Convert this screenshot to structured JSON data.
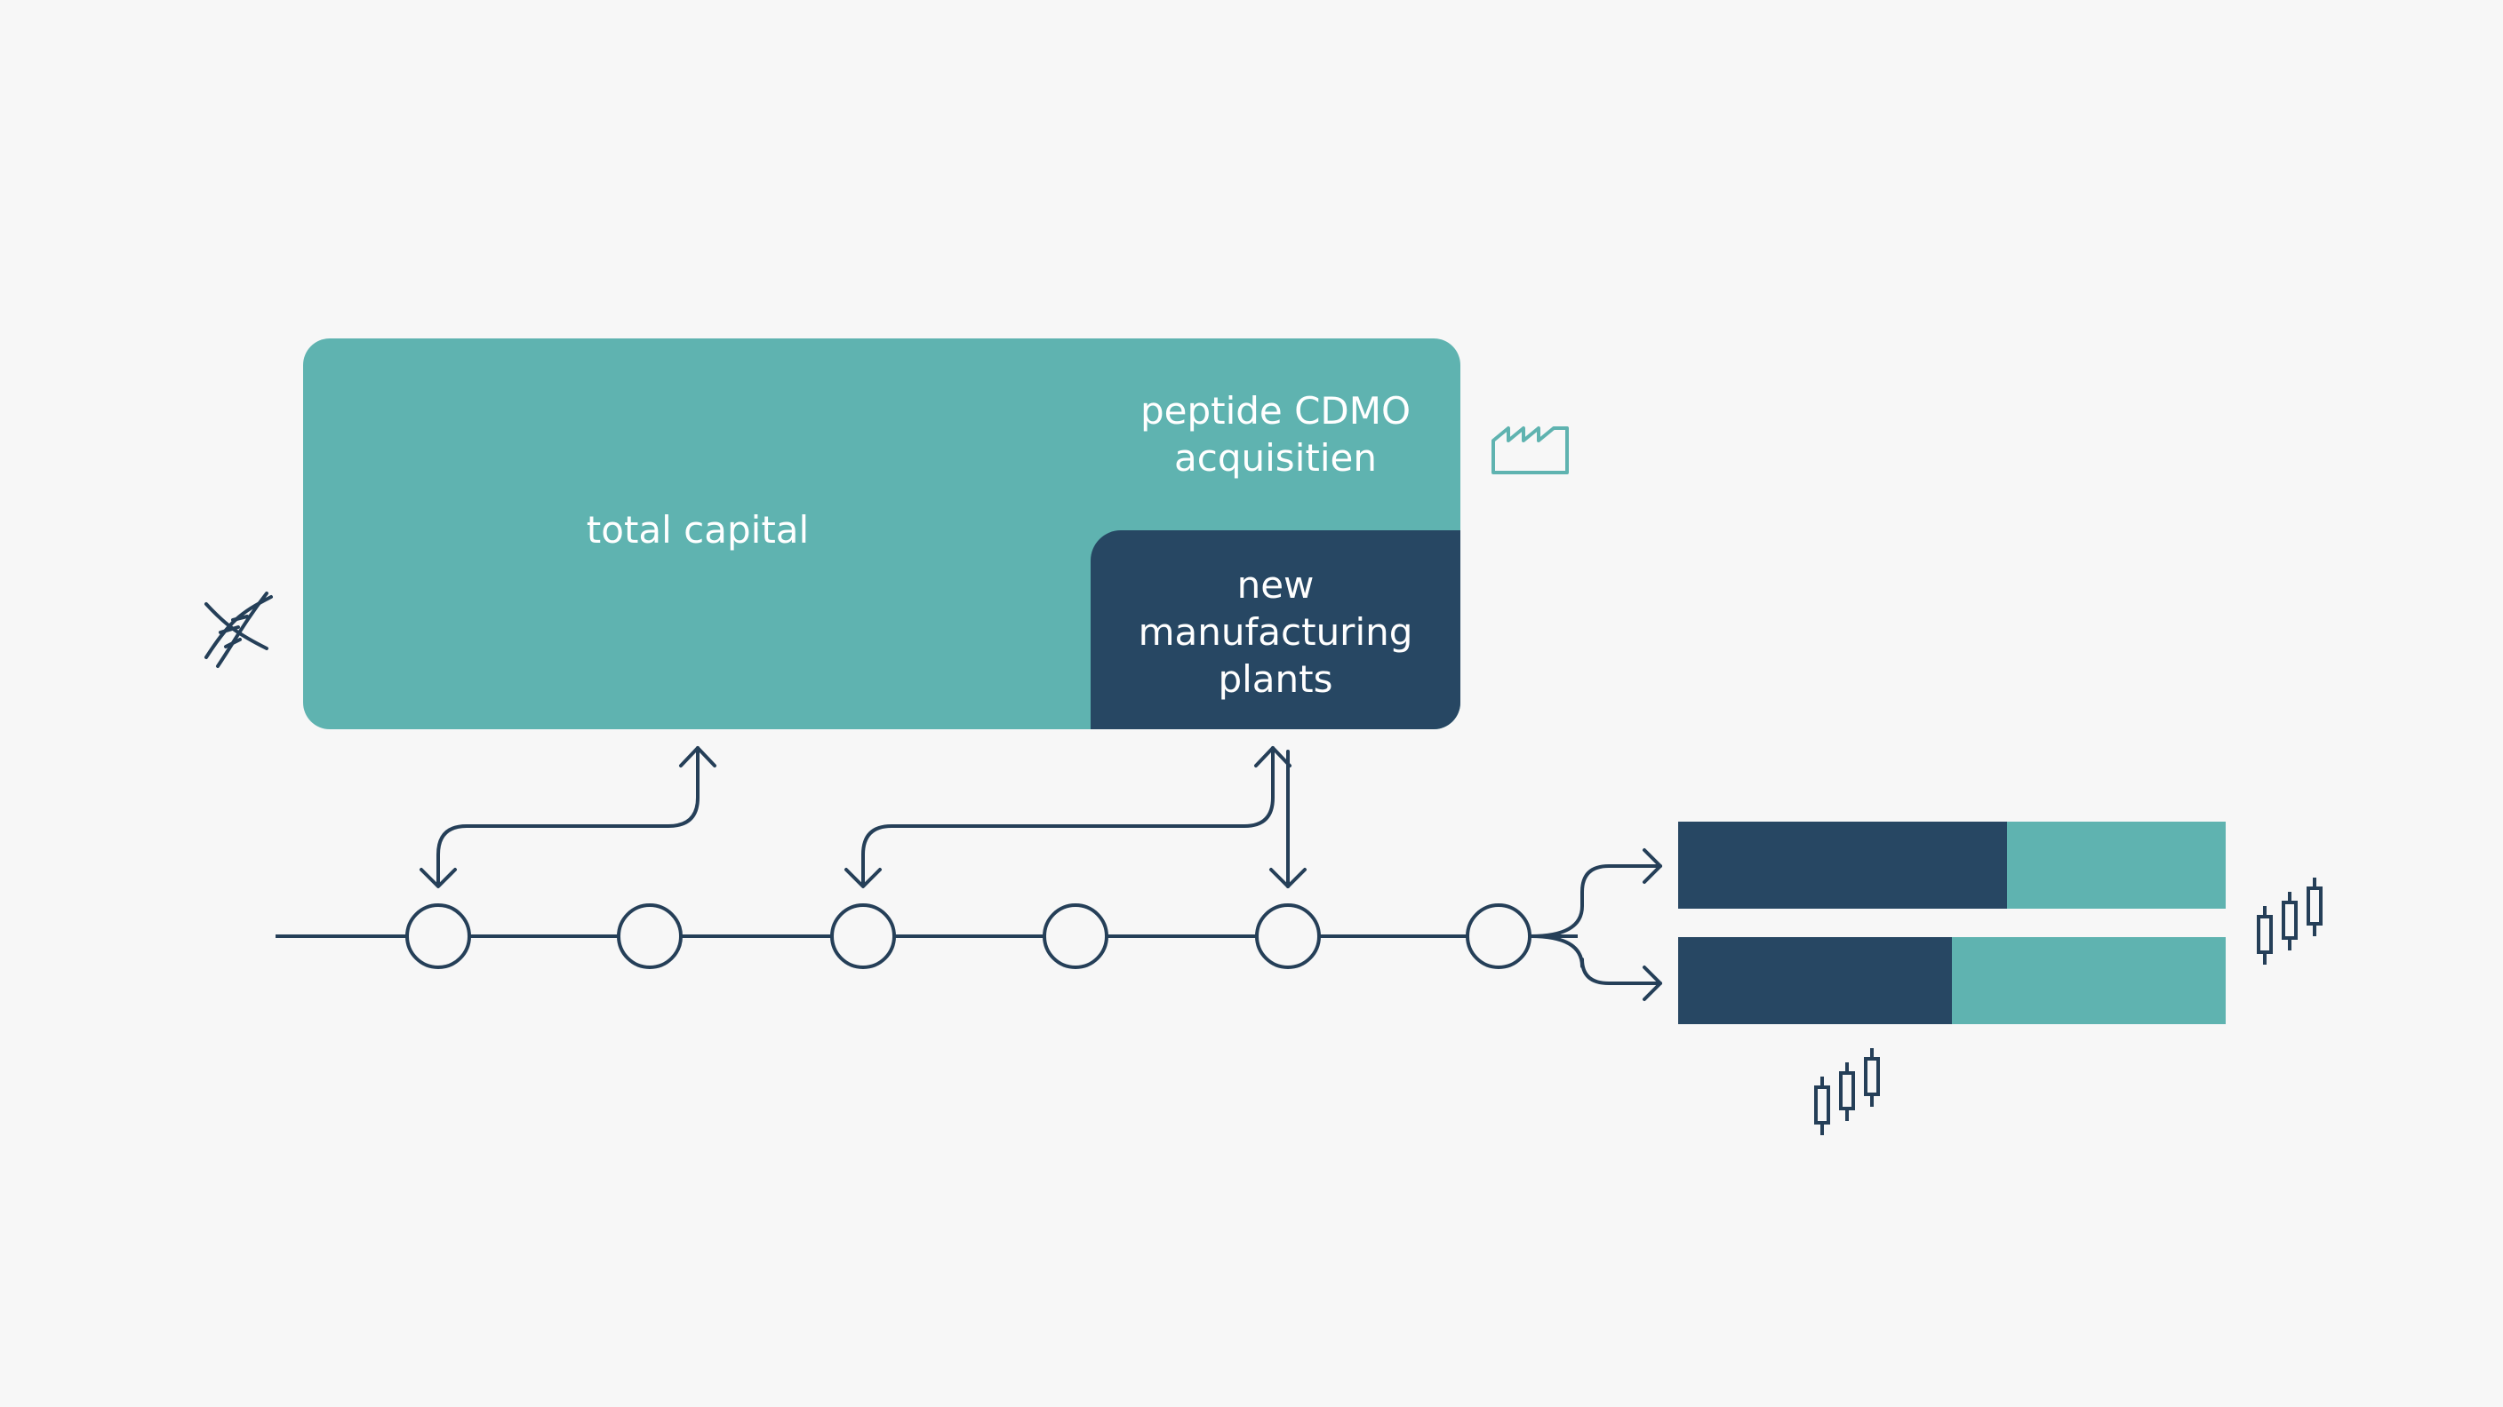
{
  "labels": {
    "total_capital": "total capital",
    "cdmo": "peptide CDMO\nacquisitien",
    "plants": "new\nmanufacturing\nplants"
  },
  "colors": {
    "background": "#f7f7f7",
    "teal": "#5fb3b0",
    "navy": "#274763",
    "line": "#253f58",
    "label_text": "#ffffff"
  },
  "icons": [
    "dna-icon",
    "factory-icon",
    "candlestick-icon"
  ],
  "timeline": {
    "node_count": 6
  },
  "split_bars": [
    {
      "navy_share": 0.6,
      "teal_share": 0.4
    },
    {
      "navy_share": 0.5,
      "teal_share": 0.5
    }
  ]
}
